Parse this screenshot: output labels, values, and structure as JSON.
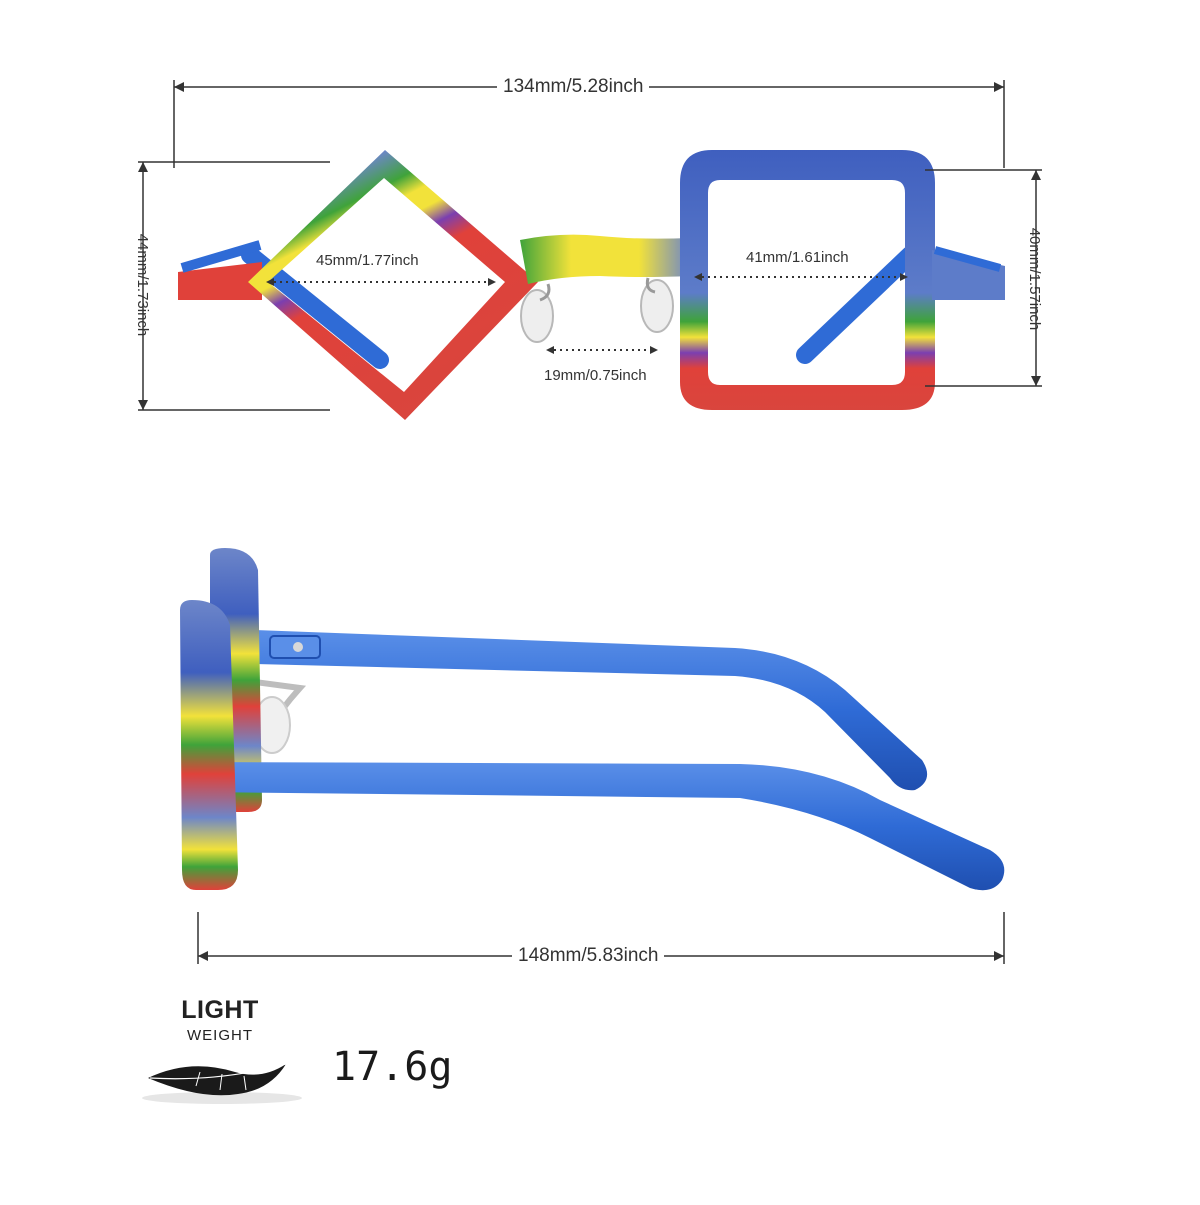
{
  "dimensions": {
    "total_width": "134mm/5.28inch",
    "lens_height_left": "44mm/1.73inch",
    "lens_width_left": "45mm/1.77inch",
    "lens_width_right": "41mm/1.61inch",
    "lens_height_right": "40mm/1.57inch",
    "bridge_width": "19mm/0.75inch",
    "temple_length": "148mm/5.83inch"
  },
  "badge": {
    "title": "LIGHT",
    "subtitle": "WEIGHT"
  },
  "weight": "17.6g",
  "colors": {
    "red": "#e0413a",
    "blue": "#2f6bd6",
    "dark_blue": "#1f4fb0",
    "yellow": "#f2e23a",
    "green": "#3fa33a",
    "purple": "#7b3fb0",
    "slate": "#6d86c9",
    "line": "#333333"
  }
}
